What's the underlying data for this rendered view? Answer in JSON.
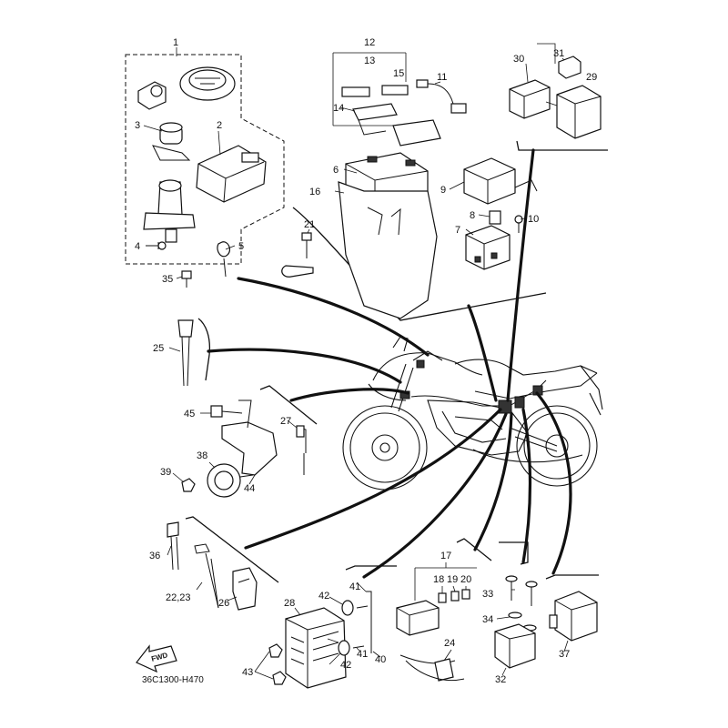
{
  "diagram": {
    "drawing_code": "36C1300-H470",
    "fwd_label": "FWD",
    "callouts": [
      {
        "id": "c1",
        "text": "1"
      },
      {
        "id": "c2",
        "text": "2"
      },
      {
        "id": "c3",
        "text": "3"
      },
      {
        "id": "c4",
        "text": "4"
      },
      {
        "id": "c5",
        "text": "5"
      },
      {
        "id": "c6",
        "text": "6"
      },
      {
        "id": "c7",
        "text": "7"
      },
      {
        "id": "c8",
        "text": "8"
      },
      {
        "id": "c9",
        "text": "9"
      },
      {
        "id": "c10",
        "text": "10"
      },
      {
        "id": "c11",
        "text": "11"
      },
      {
        "id": "c12",
        "text": "12"
      },
      {
        "id": "c13",
        "text": "13"
      },
      {
        "id": "c14",
        "text": "14"
      },
      {
        "id": "c15",
        "text": "15"
      },
      {
        "id": "c16",
        "text": "16"
      },
      {
        "id": "c17",
        "text": "17"
      },
      {
        "id": "c18",
        "text": "18"
      },
      {
        "id": "c19",
        "text": "19"
      },
      {
        "id": "c20",
        "text": "20"
      },
      {
        "id": "c21",
        "text": "21"
      },
      {
        "id": "c22",
        "text": "22,23"
      },
      {
        "id": "c24",
        "text": "24"
      },
      {
        "id": "c25",
        "text": "25"
      },
      {
        "id": "c26",
        "text": "26"
      },
      {
        "id": "c27",
        "text": "27"
      },
      {
        "id": "c28",
        "text": "28"
      },
      {
        "id": "c29",
        "text": "29"
      },
      {
        "id": "c30",
        "text": "30"
      },
      {
        "id": "c31",
        "text": "31"
      },
      {
        "id": "c32",
        "text": "32"
      },
      {
        "id": "c33",
        "text": "33"
      },
      {
        "id": "c34",
        "text": "34"
      },
      {
        "id": "c35",
        "text": "35"
      },
      {
        "id": "c36",
        "text": "36"
      },
      {
        "id": "c37",
        "text": "37"
      },
      {
        "id": "c38",
        "text": "38"
      },
      {
        "id": "c39",
        "text": "39"
      },
      {
        "id": "c40",
        "text": "40"
      },
      {
        "id": "c41a",
        "text": "41"
      },
      {
        "id": "c41b",
        "text": "41"
      },
      {
        "id": "c42a",
        "text": "42"
      },
      {
        "id": "c42b",
        "text": "42"
      },
      {
        "id": "c43",
        "text": "43"
      },
      {
        "id": "c44",
        "text": "44"
      },
      {
        "id": "c45",
        "text": "45"
      }
    ]
  }
}
